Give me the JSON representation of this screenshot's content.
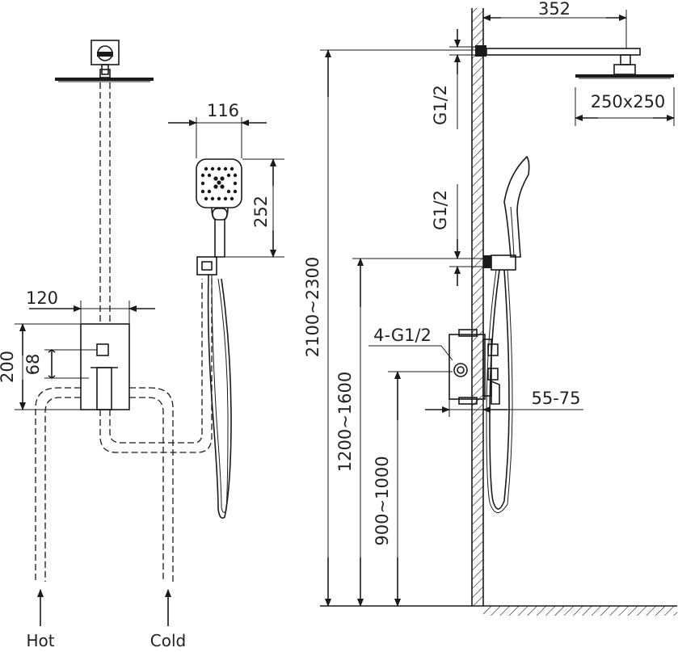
{
  "dimensions": {
    "handshower_width": "116",
    "handshower_height": "252",
    "mixer_width": "120",
    "mixer_height": "200",
    "mixer_offset": "68",
    "arm_length": "352",
    "head_size": "250x250",
    "thread_top": "G1/2",
    "thread_mid": "G1/2",
    "valve_thread": "4-G1/2",
    "wall_depth": "55-75",
    "overall_height": "2100~2300",
    "outlet_height": "1200~1600",
    "valve_height": "900~1000"
  },
  "inlets": {
    "hot": "Hot",
    "cold": "Cold"
  },
  "colors": {
    "line": "#1a1a1a",
    "background": "#ffffff"
  }
}
